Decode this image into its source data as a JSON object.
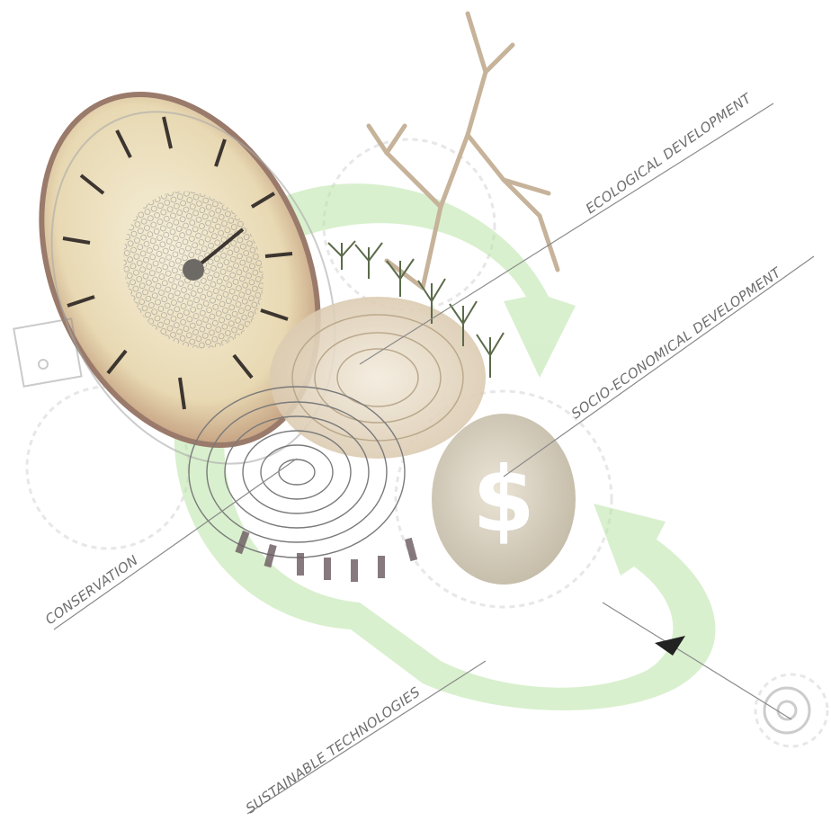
{
  "labels": {
    "ecological": "ECOLOGICAL DEVELOPMENT",
    "socio": "SOCIO-ECONOMICAL DEVELOPMENT",
    "conservation": "CONSERVATION",
    "sustainable": "SUSTAINABLE TECHNOLOGIES"
  },
  "icons": {
    "currency": "$"
  },
  "colors": {
    "cycle_arrow": "#b9e3a6",
    "clock_face": "#efe4c8",
    "clock_rim": "#9a7a6a",
    "wood": "#e9dcc8",
    "tree": "#5b6b4a",
    "thorn_branch": "#c6b39a",
    "leader_line": "#8a8a8a"
  }
}
